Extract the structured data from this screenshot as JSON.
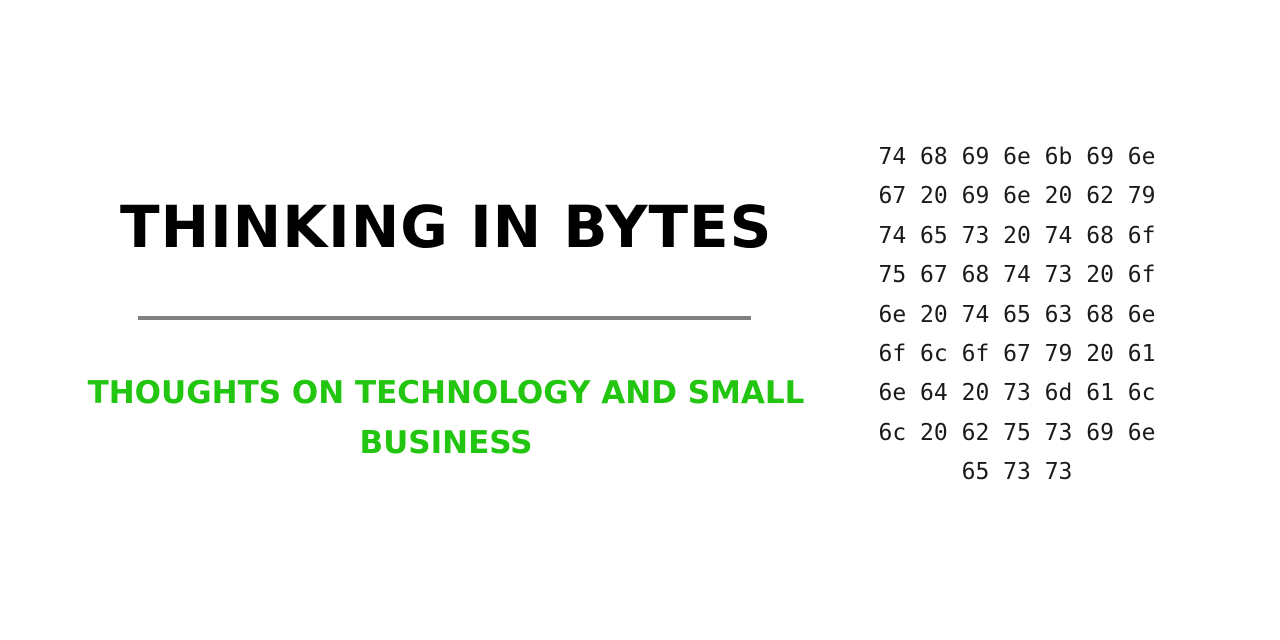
{
  "banner": {
    "title": "THINKING IN BYTES",
    "subtitle": "THOUGHTS ON TECHNOLOGY AND SMALL BUSINESS",
    "hex_lines": [
      "74 68 69 6e 6b 69 6e",
      "67 20 69 6e 20 62 79",
      "74 65 73 20 74 68 6f",
      "75 67 68 74 73 20 6f",
      "6e 20 74 65 63 68 6e",
      "6f 6c 6f 67 79 20 61",
      "6e 64 20 73 6d 61 6c",
      "6c 20 62 75 73 69 6e",
      "65 73 73"
    ],
    "colors": {
      "background": "#ffffff",
      "title": "#000000",
      "divider": "#808080",
      "subtitle": "#22c510",
      "hex_text": "#1a1a1a"
    }
  }
}
